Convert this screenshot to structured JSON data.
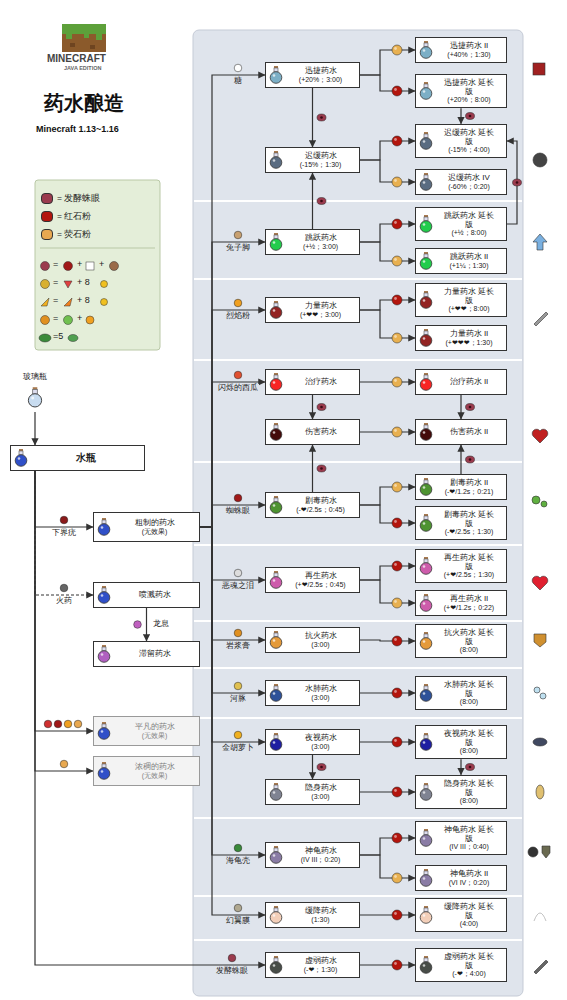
{
  "diagram": {
    "title": "药水酿造",
    "nodes": [
      {
        "text": [
          "玻璃瓶"
        ]
      },
      {
        "text": [
          "水瓶"
        ]
      },
      {
        "text": [
          "粗制的药水",
          "(无效果)"
        ]
      },
      {
        "text": [
          "喷溅药水"
        ]
      },
      {
        "text": [
          "滞留药水"
        ]
      },
      {
        "text": [
          "平凡的药水",
          "(无效果)"
        ]
      },
      {
        "text": [
          "浓稠的药水",
          "(无效果)"
        ]
      },
      {
        "text": [
          "迅捷药水",
          "(+20%；3:00)"
        ]
      },
      {
        "text": [
          "迟缓药水",
          "(-15%；1:30)"
        ]
      },
      {
        "text": [
          "跳跃药水",
          "(+½；3:00)"
        ]
      },
      {
        "text": [
          "力量药水",
          "(+❤❤；3:00)"
        ]
      },
      {
        "text": [
          "治疗药水"
        ]
      },
      {
        "text": [
          "伤害药水"
        ]
      },
      {
        "text": [
          "剧毒药水",
          "(-❤/2.5s；0:45)"
        ]
      },
      {
        "text": [
          "再生药水",
          "(+❤/2.5s；0:45)"
        ]
      },
      {
        "text": [
          "抗火药水",
          "(3:00)"
        ]
      },
      {
        "text": [
          "水肺药水",
          "(3:00)"
        ]
      },
      {
        "text": [
          "夜视药水",
          "(3:00)"
        ]
      },
      {
        "text": [
          "隐身药水",
          "(3:00)"
        ]
      },
      {
        "text": [
          "神龟药水",
          "(IV III；0:20)"
        ]
      },
      {
        "text": [
          "缓降药水",
          "(1:30)"
        ]
      },
      {
        "text": [
          "虚弱药水",
          "(-❤；1:30)"
        ]
      },
      {
        "text": [
          "迅捷药水 II",
          "(+40%；1:30)"
        ]
      },
      {
        "text": [
          "迅捷药水 延长版",
          "(+20%；8:00)"
        ]
      },
      {
        "text": [
          "迟缓药水 延长版",
          "(-15%；4:00)"
        ]
      },
      {
        "text": [
          "迟缓药水 IV",
          "(-60%；0:20)"
        ]
      },
      {
        "text": [
          "跳跃药水 延长版",
          "(+½；8:00)"
        ]
      },
      {
        "text": [
          "跳跃药水 II",
          "(+1¼；1:30)"
        ]
      },
      {
        "text": [
          "力量药水 延长版",
          "(+❤❤；8:00)"
        ]
      },
      {
        "text": [
          "力量药水 II",
          "(+❤❤❤；1:30)"
        ]
      },
      {
        "text": [
          "治疗药水 II"
        ]
      },
      {
        "text": [
          "伤害药水 II"
        ]
      },
      {
        "text": [
          "剧毒药水 II",
          "(-❤/1.2s；0:21)"
        ]
      },
      {
        "text": [
          "剧毒药水 延长版",
          "(-❤/2.5s；1:30)"
        ]
      },
      {
        "text": [
          "再生药水 延长版",
          "(+❤/2.5s；1:30)"
        ]
      },
      {
        "text": [
          "再生药水 II",
          "(+❤/1.2s；0:22)"
        ]
      },
      {
        "text": [
          "抗火药水 延长版",
          "(8:00)"
        ]
      },
      {
        "text": [
          "水肺药水 延长版",
          "(8:00)"
        ]
      },
      {
        "text": [
          "夜视药水 延长版",
          "(8:00)"
        ]
      },
      {
        "text": [
          "隐身药水 延长版",
          "(8:00)"
        ]
      },
      {
        "text": [
          "神龟药水 延长版",
          "(IV III；0:40)"
        ]
      },
      {
        "text": [
          "神龟药水 II",
          "(VI IV；0:20)"
        ]
      },
      {
        "text": [
          "缓降药水 延长版",
          "(4:00)"
        ]
      },
      {
        "text": [
          "虚弱药水 延长版",
          "(-❤；4:00)"
        ]
      }
    ],
    "edges": [
      {
        "from": 0,
        "to": 1,
        "arrow": "to"
      },
      {
        "from": 1,
        "to": 2,
        "label": "下界疣",
        "arrow": "to"
      },
      {
        "from": 1,
        "to": 3,
        "label": "火药",
        "arrow": "to"
      },
      {
        "from": 3,
        "to": 4,
        "label": "龙息",
        "arrow": "to"
      },
      {
        "from": 1,
        "to": 5,
        "arrow": "to"
      },
      {
        "from": 1,
        "to": 6,
        "arrow": "to"
      },
      {
        "from": 1,
        "to": 21,
        "label": "发酵蛛眼",
        "arrow": "to"
      },
      {
        "from": 2,
        "to": 7,
        "label": "糖",
        "arrow": "to"
      },
      {
        "from": 2,
        "to": 9,
        "label": "兔子脚",
        "arrow": "to"
      },
      {
        "from": 2,
        "to": 10,
        "label": "烈焰粉",
        "arrow": "to"
      },
      {
        "from": 2,
        "to": 11,
        "label": "闪烁的西瓜",
        "arrow": "to"
      },
      {
        "from": 2,
        "to": 13,
        "label": "蜘蛛眼",
        "arrow": "to"
      },
      {
        "from": 2,
        "to": 14,
        "label": "恶魂之泪",
        "arrow": "to"
      },
      {
        "from": 2,
        "to": 15,
        "label": "岩浆膏",
        "arrow": "to"
      },
      {
        "from": 2,
        "to": 16,
        "label": "河豚",
        "arrow": "to"
      },
      {
        "from": 2,
        "to": 17,
        "label": "金胡萝卜",
        "arrow": "to"
      },
      {
        "from": 2,
        "to": 19,
        "label": "海龟壳",
        "arrow": "to"
      },
      {
        "from": 2,
        "to": 20,
        "label": "幻翼膜",
        "arrow": "to"
      },
      {
        "from": 7,
        "to": 8,
        "arrow": "to"
      },
      {
        "from": 9,
        "to": 8,
        "arrow": "to"
      },
      {
        "from": 11,
        "to": 12,
        "arrow": "to"
      },
      {
        "from": 13,
        "to": 12,
        "arrow": "to"
      },
      {
        "from": 17,
        "to": 18,
        "arrow": "to"
      },
      {
        "from": 7,
        "to": 22,
        "arrow": "to"
      },
      {
        "from": 7,
        "to": 23,
        "arrow": "to"
      },
      {
        "from": 8,
        "to": 24,
        "arrow": "to"
      },
      {
        "from": 8,
        "to": 25,
        "arrow": "to"
      },
      {
        "from": 9,
        "to": 26,
        "arrow": "to"
      },
      {
        "from": 9,
        "to": 27,
        "arrow": "to"
      },
      {
        "from": 10,
        "to": 28,
        "arrow": "to"
      },
      {
        "from": 10,
        "to": 29,
        "arrow": "to"
      },
      {
        "from": 11,
        "to": 30,
        "arrow": "to"
      },
      {
        "from": 12,
        "to": 31,
        "arrow": "to"
      },
      {
        "from": 13,
        "to": 32,
        "arrow": "to"
      },
      {
        "from": 13,
        "to": 33,
        "arrow": "to"
      },
      {
        "from": 14,
        "to": 34,
        "arrow": "to"
      },
      {
        "from": 14,
        "to": 35,
        "arrow": "to"
      },
      {
        "from": 15,
        "to": 36,
        "arrow": "to"
      },
      {
        "from": 16,
        "to": 37,
        "arrow": "to"
      },
      {
        "from": 17,
        "to": 38,
        "arrow": "to"
      },
      {
        "from": 18,
        "to": 39,
        "arrow": "to"
      },
      {
        "from": 19,
        "to": 40,
        "arrow": "to"
      },
      {
        "from": 19,
        "to": 41,
        "arrow": "to"
      },
      {
        "from": 20,
        "to": 42,
        "arrow": "to"
      },
      {
        "from": 21,
        "to": 43,
        "arrow": "to"
      },
      {
        "from": 23,
        "to": 24,
        "arrow": "to"
      },
      {
        "from": 26,
        "to": 24,
        "arrow": "to"
      },
      {
        "from": 30,
        "to": 31,
        "arrow": "to"
      },
      {
        "from": 32,
        "to": 31,
        "arrow": "to"
      },
      {
        "from": 38,
        "to": 39,
        "arrow": "to"
      }
    ],
    "labels": [
      "MINECRAFT",
      "JAVA EDITION",
      "Minecraft 1.13~1.16",
      "=",
      "+",
      "+",
      "=",
      "+ 8",
      "=",
      "+ 8",
      "=",
      "+",
      "=5"
    ],
    "legend": [
      {
        "text": "= 发酵蛛眼",
        "color": "#9b3b4e"
      },
      {
        "text": "= 红石粉",
        "color": "#b3150d"
      },
      {
        "text": "= 荧石粉",
        "color": "#e8a850"
      }
    ]
  }
}
